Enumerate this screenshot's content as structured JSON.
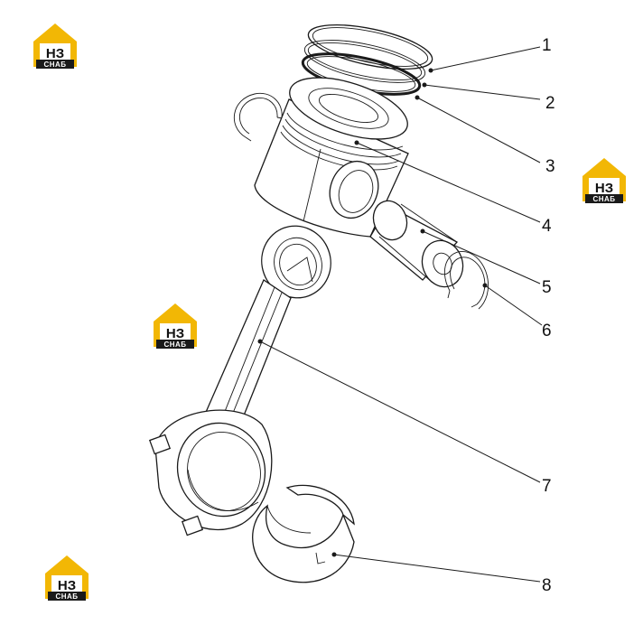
{
  "diagram": {
    "callouts": [
      {
        "label": "1"
      },
      {
        "label": "2"
      },
      {
        "label": "3"
      },
      {
        "label": "4"
      },
      {
        "label": "5"
      },
      {
        "label": "6"
      },
      {
        "label": "7"
      },
      {
        "label": "8"
      }
    ],
    "logo": {
      "mark": "НЗ",
      "text": "СНАБ",
      "colors": {
        "house": "#f2b705",
        "mark_bg": "#ffffff",
        "band": "#1a1a1a"
      }
    }
  }
}
